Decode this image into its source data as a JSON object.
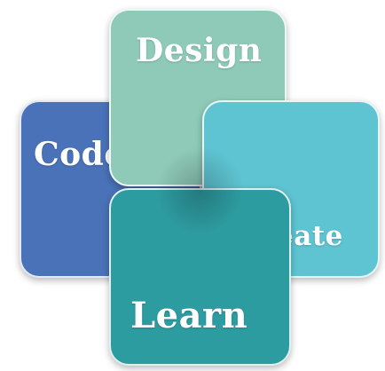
{
  "tiles": {
    "design": {
      "label": "Design",
      "color": "#8fcab8"
    },
    "code": {
      "label": "Code",
      "color": "#4a72b8"
    },
    "create": {
      "label": "Create",
      "color": "#5ec4d1"
    },
    "learn": {
      "label": "Learn",
      "color": "#2d9ca1"
    }
  }
}
